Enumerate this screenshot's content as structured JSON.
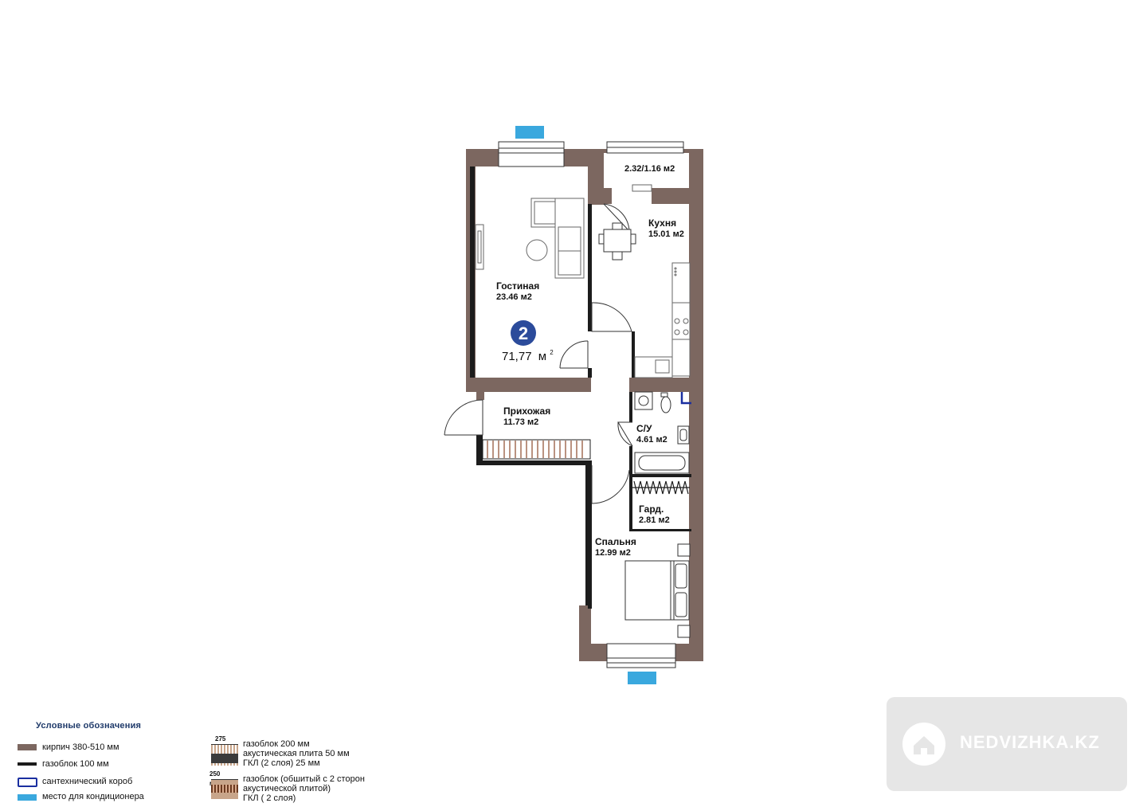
{
  "colors": {
    "brick": "#7c6760",
    "gas_block": "#1c1c1c",
    "plumbing_box": "#1a2fa0",
    "ac_place": "#3aa8de",
    "badge": "#2b4b9b",
    "watermark_bg": "#e6e6e6"
  },
  "apartment": {
    "rooms_count": "2",
    "total_area": "71,77",
    "total_unit": "м",
    "total_unit_sup": "2"
  },
  "rooms": {
    "living": {
      "name": "Гостиная",
      "area": "23.46 м2"
    },
    "balcony": {
      "name": "",
      "area": "2.32/1.16 м2"
    },
    "kitchen": {
      "name": "Кухня",
      "area": "15.01 м2"
    },
    "hallway": {
      "name": "Прихожая",
      "area": "11.73 м2"
    },
    "bathroom": {
      "name": "С/У",
      "area": "4.61 м2"
    },
    "wardrobe": {
      "name": "Гард.",
      "area": "2.81 м2"
    },
    "bedroom": {
      "name": "Спальня",
      "area": "12.99 м2"
    }
  },
  "legend": {
    "title": "Условные обозначения",
    "items": [
      {
        "label": "кирпич 380-510 мм"
      },
      {
        "label": "газоблок 100 мм"
      },
      {
        "label": "сантехнический короб"
      },
      {
        "label": "место для кондиционера"
      }
    ],
    "walls": [
      {
        "dimension": "275 мм",
        "lines": [
          "газоблок 200 мм",
          "акустическая плита 50 мм",
          "ГКЛ (2 слоя) 25 мм"
        ]
      },
      {
        "dimension": "250 мм",
        "lines": [
          "газоблок (обшитый с 2 сторон",
          "акустической плитой)",
          "ГКЛ ( 2 слоя)"
        ]
      }
    ]
  },
  "watermark": {
    "text": "NEDVIZHKA.KZ",
    "icon": "house-icon"
  }
}
